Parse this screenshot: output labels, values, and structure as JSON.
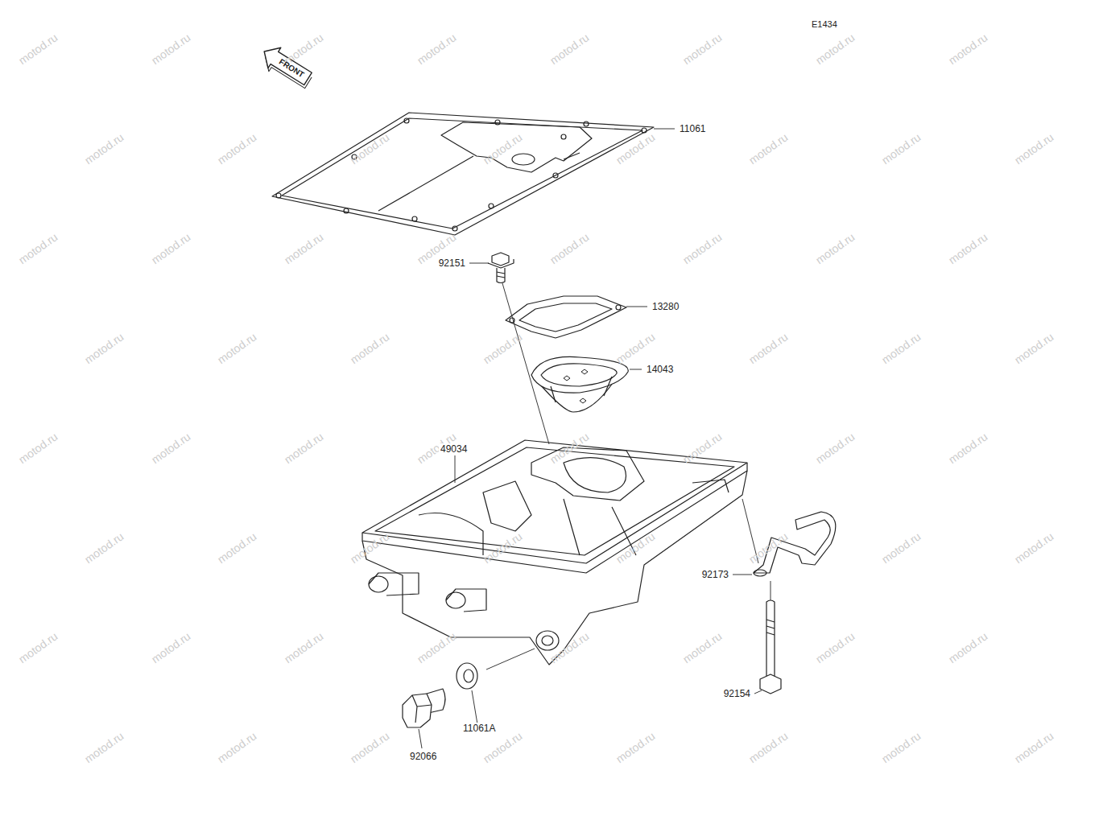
{
  "diagram": {
    "labels": [
      "E1434",
      "FRONT",
      "11061",
      "92151",
      "13280",
      "14043",
      "49034",
      "92173",
      "92154",
      "11061A",
      "92066",
      "motod.ru",
      "motod.ru",
      "motod.ru",
      "motod.ru",
      "motod.ru",
      "motod.ru",
      "motod.ru",
      "motod.ru",
      "motod.ru",
      "motod.ru",
      "motod.ru",
      "motod.ru",
      "motod.ru",
      "motod.ru",
      "motod.ru",
      "motod.ru",
      "motod.ru",
      "motod.ru",
      "motod.ru",
      "motod.ru",
      "motod.ru",
      "motod.ru",
      "motod.ru",
      "motod.ru",
      "motod.ru",
      "motod.ru",
      "motod.ru",
      "motod.ru",
      "motod.ru",
      "motod.ru",
      "motod.ru",
      "motod.ru",
      "motod.ru",
      "motod.ru",
      "motod.ru",
      "motod.ru",
      "motod.ru",
      "motod.ru",
      "motod.ru",
      "motod.ru",
      "motod.ru",
      "motod.ru",
      "motod.ru",
      "motod.ru",
      "motod.ru",
      "motod.ru",
      "motod.ru",
      "motod.ru",
      "motod.ru",
      "motod.ru",
      "motod.ru",
      "motod.ru",
      "motod.ru",
      "motod.ru",
      "motod.ru",
      "motod.ru",
      "motod.ru",
      "motod.ru",
      "motod.ru",
      "motod.ru",
      "motod.ru",
      "motod.ru",
      "motod.ru",
      "motod.ru"
    ]
  }
}
